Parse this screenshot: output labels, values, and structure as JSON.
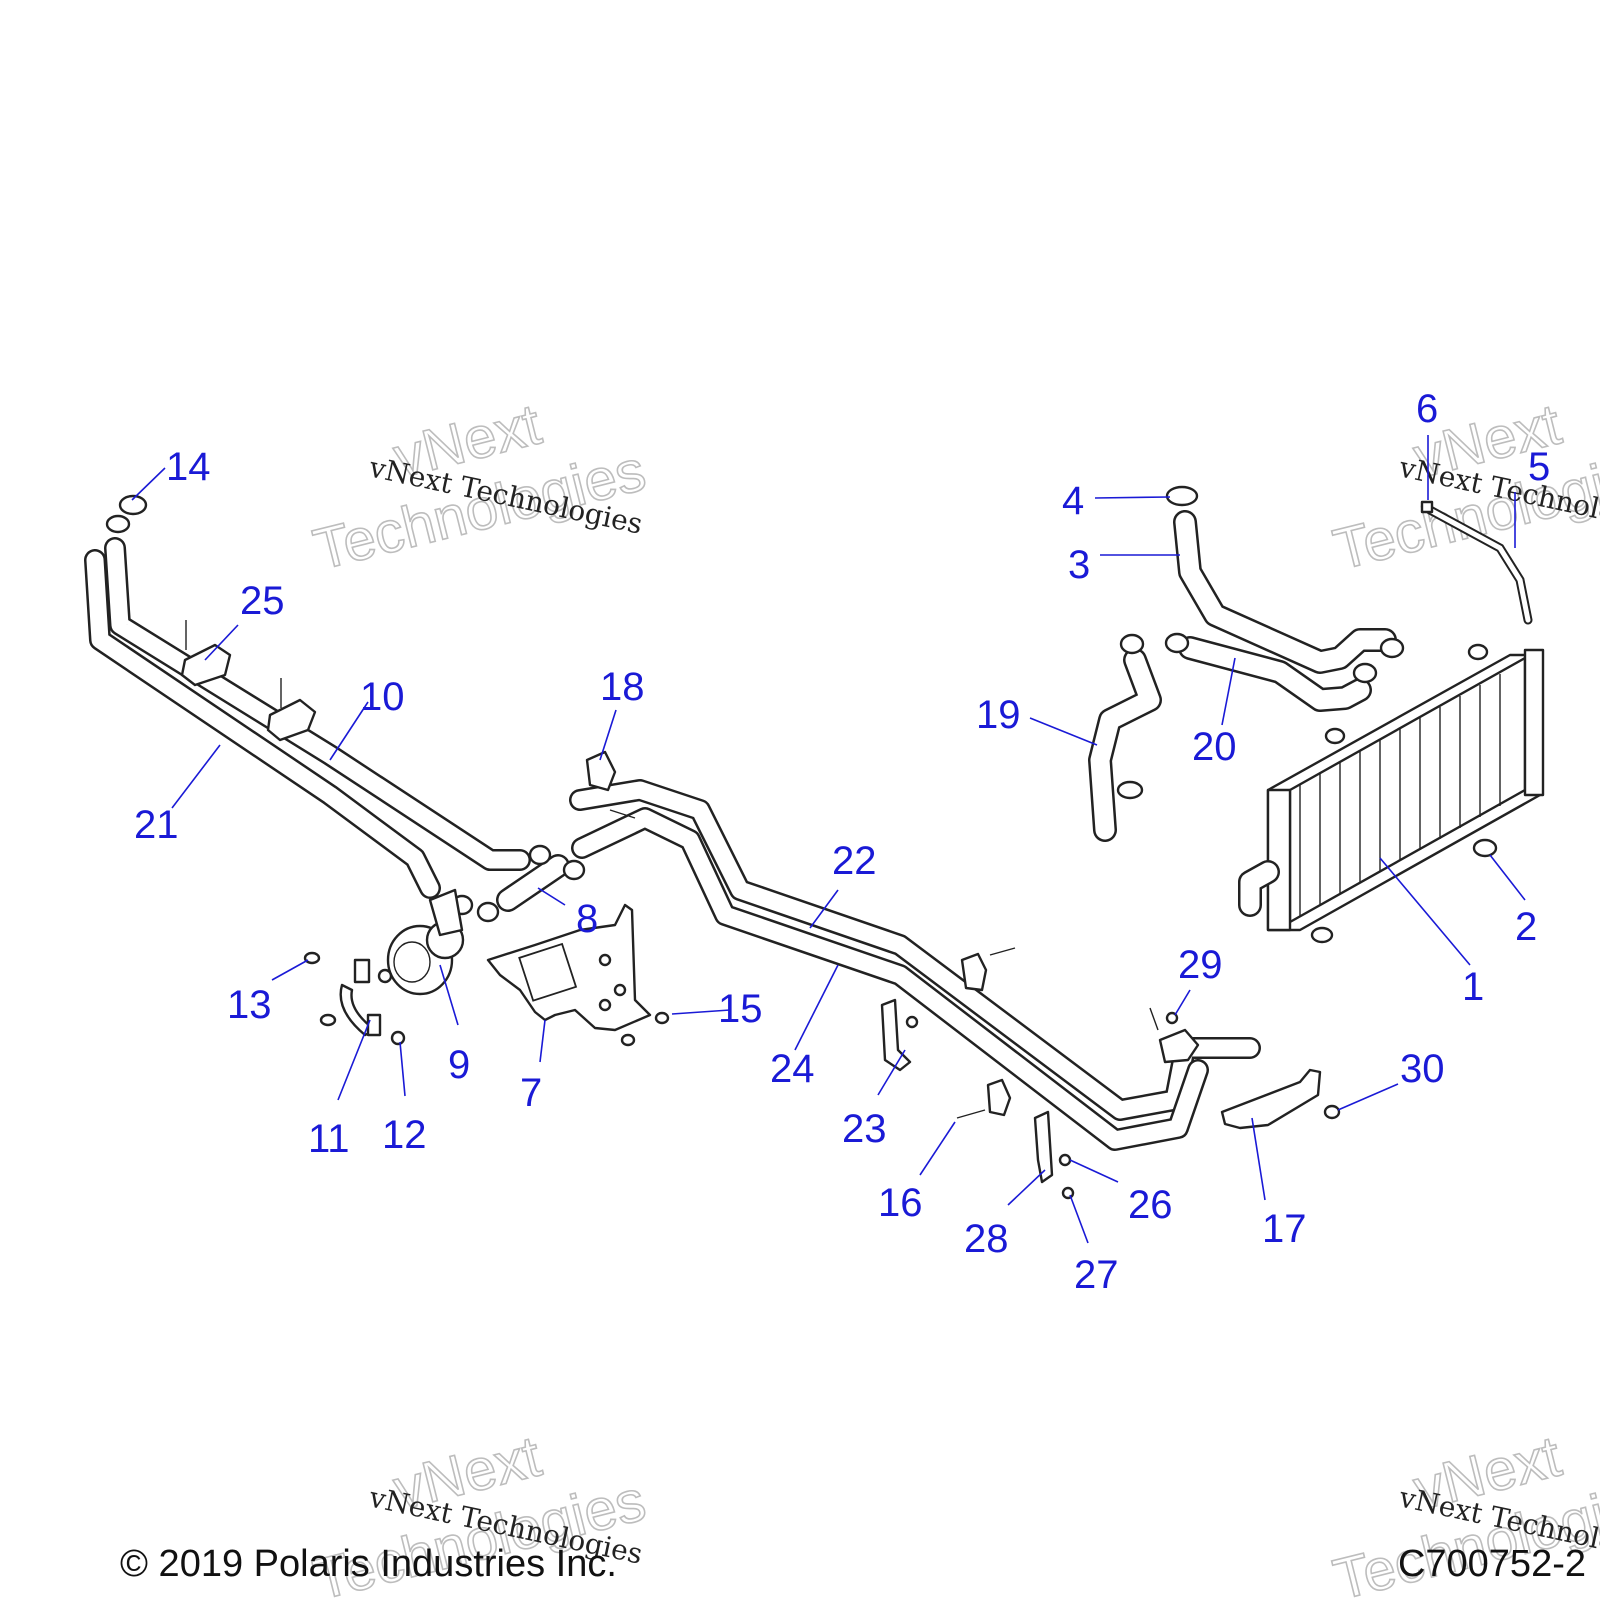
{
  "callouts": [
    {
      "id": "1",
      "label": "1"
    },
    {
      "id": "2",
      "label": "2"
    },
    {
      "id": "3",
      "label": "3"
    },
    {
      "id": "4",
      "label": "4"
    },
    {
      "id": "5",
      "label": "5"
    },
    {
      "id": "6",
      "label": "6"
    },
    {
      "id": "7",
      "label": "7"
    },
    {
      "id": "8",
      "label": "8"
    },
    {
      "id": "9",
      "label": "9"
    },
    {
      "id": "10",
      "label": "10"
    },
    {
      "id": "11",
      "label": "11"
    },
    {
      "id": "12",
      "label": "12"
    },
    {
      "id": "13",
      "label": "13"
    },
    {
      "id": "14",
      "label": "14"
    },
    {
      "id": "15",
      "label": "15"
    },
    {
      "id": "16",
      "label": "16"
    },
    {
      "id": "17",
      "label": "17"
    },
    {
      "id": "18",
      "label": "18"
    },
    {
      "id": "19",
      "label": "19"
    },
    {
      "id": "20",
      "label": "20"
    },
    {
      "id": "21",
      "label": "21"
    },
    {
      "id": "22",
      "label": "22"
    },
    {
      "id": "23",
      "label": "23"
    },
    {
      "id": "24",
      "label": "24"
    },
    {
      "id": "25",
      "label": "25"
    },
    {
      "id": "26",
      "label": "26"
    },
    {
      "id": "27",
      "label": "27"
    },
    {
      "id": "28",
      "label": "28"
    },
    {
      "id": "29",
      "label": "29"
    },
    {
      "id": "30",
      "label": "30"
    }
  ],
  "watermark": {
    "script_text": "vNext Technologies",
    "line1": "vNext",
    "line2": "Technologies"
  },
  "footer": {
    "copyright": "© 2019 Polaris Industries Inc.",
    "drawing_code": "C700752-2"
  },
  "colors": {
    "callout": "#1a1ad6",
    "line_art": "#222222",
    "watermark_outline": "#bdbdbd"
  }
}
